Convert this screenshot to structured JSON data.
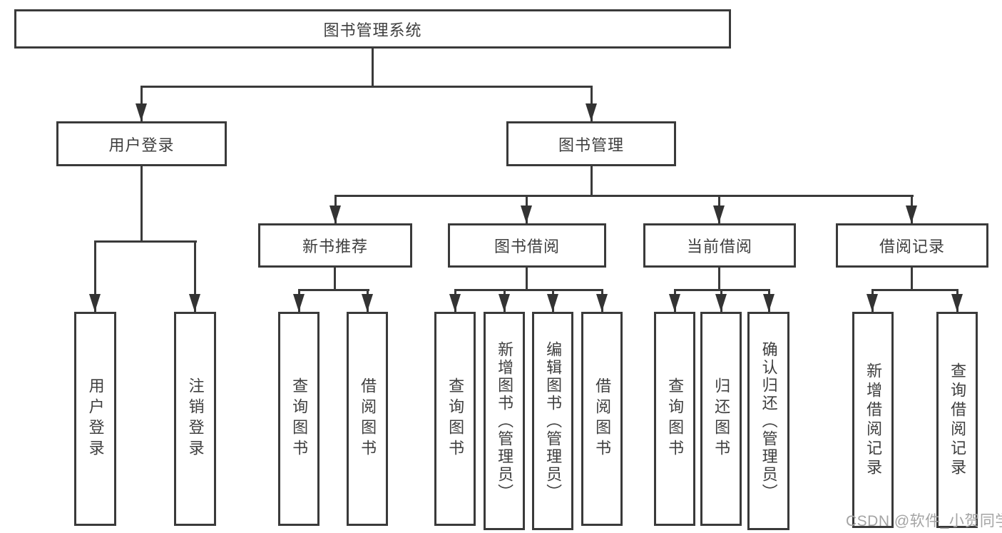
{
  "diagram": {
    "root": {
      "label": "图书管理系统"
    },
    "branches": [
      {
        "label": "用户登录",
        "children": [
          {
            "label": "用户登录"
          },
          {
            "label": "注销登录"
          }
        ]
      },
      {
        "label": "图书管理",
        "children": [
          {
            "label": "新书推荐",
            "children": [
              {
                "label": "查询图书"
              },
              {
                "label": "借阅图书"
              }
            ]
          },
          {
            "label": "图书借阅",
            "children": [
              {
                "label": "查询图书"
              },
              {
                "label": "新增图书（管理员）"
              },
              {
                "label": "编辑图书（管理员）"
              },
              {
                "label": "借阅图书"
              }
            ]
          },
          {
            "label": "当前借阅",
            "children": [
              {
                "label": "查询图书"
              },
              {
                "label": "归还图书"
              },
              {
                "label": "确认归还（管理员）"
              }
            ]
          },
          {
            "label": "借阅记录",
            "children": [
              {
                "label": "新增借阅记录"
              },
              {
                "label": "查询借阅记录"
              }
            ]
          }
        ]
      }
    ]
  },
  "watermark": {
    "text": "CSDN @软件_小贺同学"
  },
  "colors": {
    "line": "#3a3a3a",
    "text": "#3f3f3f",
    "watermark": "#a4a4a4",
    "background": "#ffffff"
  }
}
